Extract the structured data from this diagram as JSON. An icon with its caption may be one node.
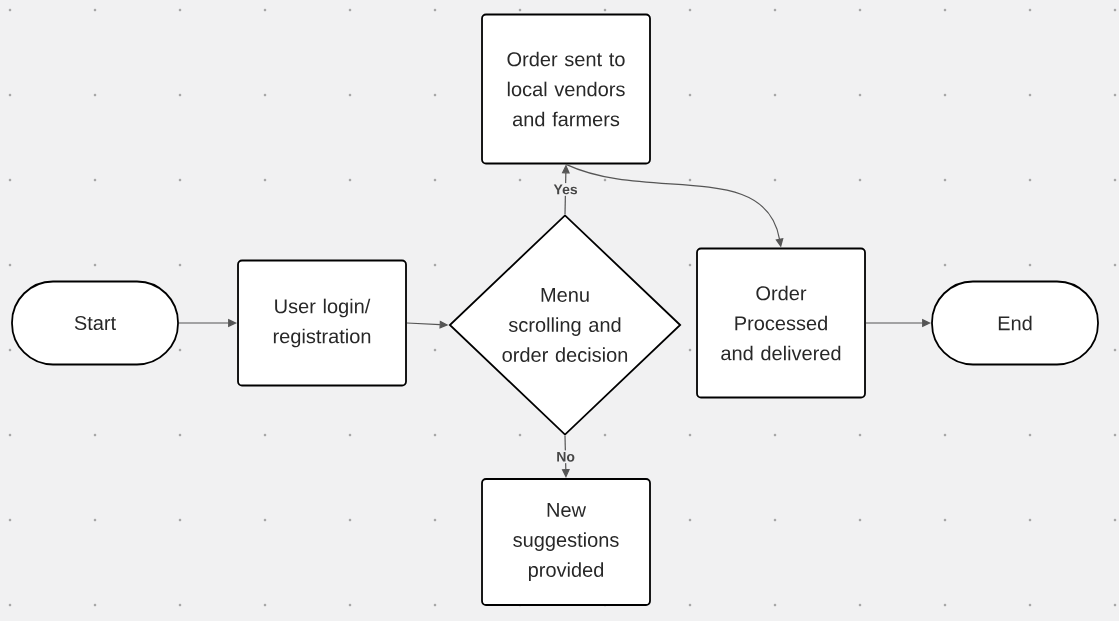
{
  "diagram": {
    "nodes": [
      {
        "text": [
          "Order sent to local vendors and farmers"
        ]
      },
      {
        "text": [
          "Start"
        ]
      },
      {
        "text": [
          "User login/ registration"
        ]
      },
      {
        "text": [
          "Menu scrolling and order decision"
        ]
      },
      {
        "text": [
          "Order Processed and delivered"
        ]
      },
      {
        "text": [
          "End"
        ]
      },
      {
        "text": [
          "New suggestions provided"
        ]
      }
    ],
    "edges": [
      {
        "from": 1,
        "to": 2,
        "arrow": "to"
      },
      {
        "from": 2,
        "to": 3,
        "arrow": "to"
      },
      {
        "from": 3,
        "to": 0,
        "arrow": "to",
        "label": "Yes"
      },
      {
        "from": 0,
        "to": 4,
        "arrow": "to"
      },
      {
        "from": 3,
        "to": 6,
        "arrow": "to",
        "label": "No"
      },
      {
        "from": 4,
        "to": 5,
        "arrow": "to"
      }
    ]
  }
}
